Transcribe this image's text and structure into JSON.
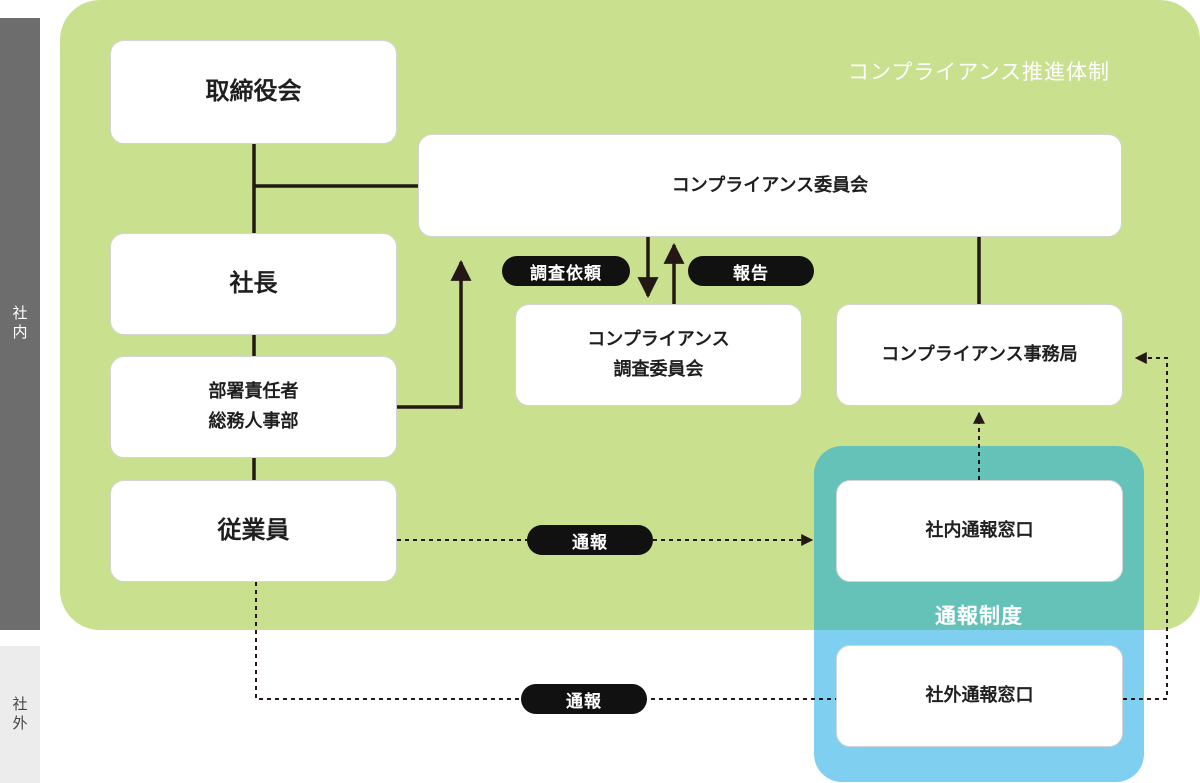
{
  "colors": {
    "green_area": "#c9e08e",
    "teal_area": "#64c2b8",
    "blue_area": "#7fcff0",
    "side_inner": "#6d6d6d",
    "side_outer": "#ececec",
    "line": "#231815",
    "pill": "#111111"
  },
  "side": {
    "inner_label": "社内",
    "outer_label": "社外"
  },
  "areas": {
    "compliance_system_label": "コンプライアンス推進体制",
    "reporting_system_label": "通報制度"
  },
  "boxes": {
    "board": "取締役会",
    "president": "社長",
    "department": "部署責任者\n総務人事部",
    "employee": "従業員",
    "committee": "コンプライアンス委員会",
    "investigation_committee": "コンプライアンス\n調査委員会",
    "office": "コンプライアンス事務局",
    "internal_window": "社内通報窓口",
    "external_window": "社外通報窓口"
  },
  "labels": {
    "investigation_request": "調査依頼",
    "report": "報告",
    "notify_internal": "通報",
    "notify_external": "通報"
  }
}
